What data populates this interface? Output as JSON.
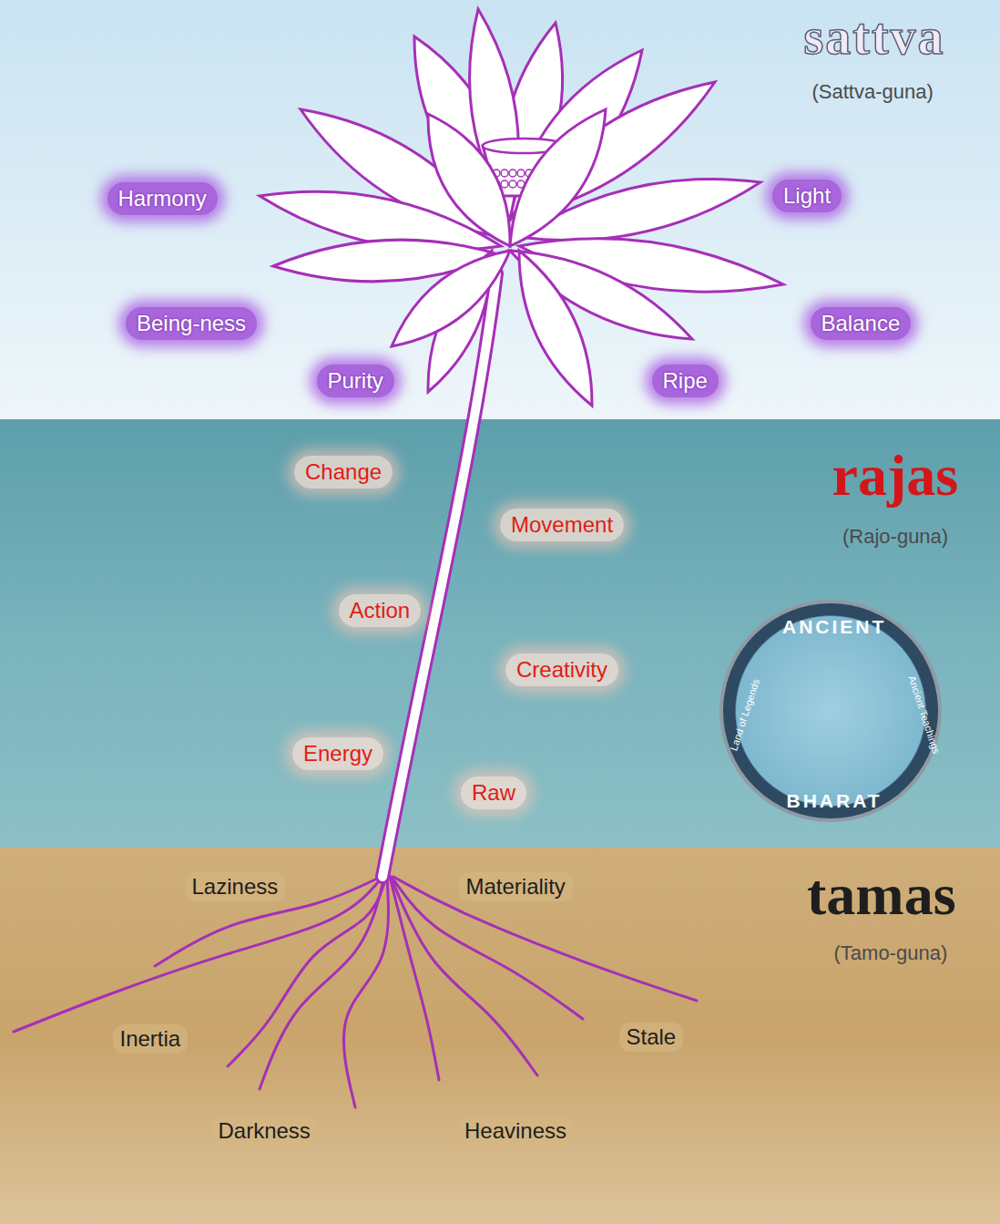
{
  "diagram": {
    "nodes": [
      {
        "text": [
          "sattva",
          "(Sattva-guna)",
          "Harmony",
          "Light",
          "Being-ness",
          "Balance",
          "Purity",
          "Ripe"
        ]
      },
      {
        "text": [
          "rajas",
          "(Rajo-guna)",
          "Change",
          "Movement",
          "Action",
          "Creativity",
          "Energy",
          "Raw"
        ]
      },
      {
        "text": [
          "tamas",
          "(Tamo-guna)",
          "Laziness",
          "Materiality",
          "Inertia",
          "Stale",
          "Darkness",
          "Heaviness"
        ]
      },
      {
        "text": [
          "ANCIENT",
          "BHARAT",
          "Land of Legends",
          "Ancient Teachings"
        ],
        "in": 1
      }
    ]
  }
}
